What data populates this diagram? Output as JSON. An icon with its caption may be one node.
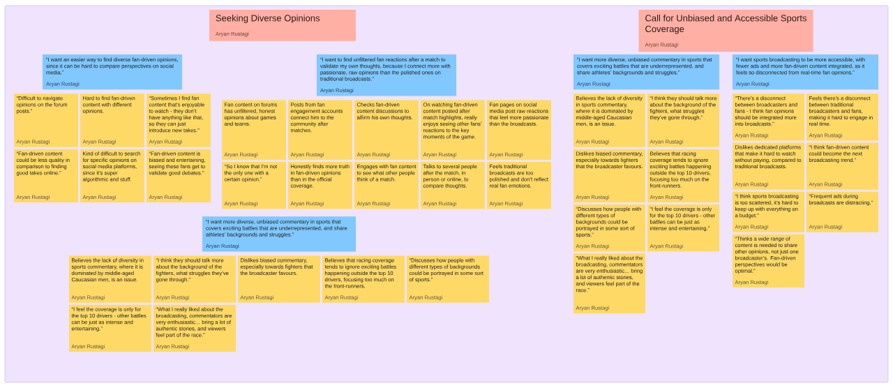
{
  "diagram": {
    "nodes": [
      {
        "text": [
          "Seeking Diverse Opinions",
          "Aryan Rustagi"
        ]
      },
      {
        "text": [
          "Call for Unbiased and Accessible Sports Coverage",
          "Aryan Rustagi"
        ]
      },
      {
        "text": [
          "“I want an easier way to find diverse fan-driven opinions, since it can be hard to compare perspectives on social media.”",
          "Aryan Rustagi"
        ]
      },
      {
        "text": [
          "“Difficult to navigate opinions on the forum posts.”",
          "Aryan Rustagi"
        ]
      },
      {
        "text": [
          "Hard to find fan-driven content with different opinions.",
          "Aryan Rustagi"
        ]
      },
      {
        "text": [
          "“Sometimes I find fan content that’s enjoyable to watch - they don’t have anything like that, so they can just introduce new takes.”",
          "Aryan Rustagi"
        ]
      },
      {
        "text": [
          "“Fan-driven content could be less quality in comparison to finding good takes online.”",
          "Aryan Rustagi"
        ]
      },
      {
        "text": [
          "Kind of difficult to search for specific opinions on social media platforms, since it’s super algorithmic and stuff.",
          "Aryan Rustagi"
        ]
      },
      {
        "text": [
          "“Fan-driven content is biased and entertaining, seeing these fans get to validate good debates.”",
          "Aryan Rustagi"
        ]
      },
      {
        "text": [
          "“I want to find unfiltered fan reactions after a match to validate my own thoughts, because I connect more with passionate, raw opinions than the polished ones on traditional broadcasts.”",
          "Aryan Rustagi"
        ]
      },
      {
        "text": [
          "Fan content on forums has unfiltered, honest opinions about games and teams.",
          "Aryan Rustagi"
        ]
      },
      {
        "text": [
          "Posts from fan engagement accounts connect him to the community after matches.",
          "Aryan Rustagi"
        ]
      },
      {
        "text": [
          "Checks fan-driven content discussions to affirm his own thoughts.",
          "Aryan Rustagi"
        ]
      },
      {
        "text": [
          "On watching fan-driven content posted after match highlights, really enjoys seeing other fans’ reactions to the key moments of the game.",
          "Aryan Rustagi"
        ]
      },
      {
        "text": [
          "Fan pages on social media post raw reactions that feel more passionate than the broadcasts.",
          "Aryan Rustagi"
        ]
      },
      {
        "text": [
          "“So I know that I’m not the only one with a certain opinion.”",
          "Aryan Rustagi"
        ]
      },
      {
        "text": [
          "Honestly finds more truth in fan-driven opinions than in the official coverage.",
          "Aryan Rustagi"
        ]
      },
      {
        "text": [
          "Engages with fan content to see what other people think of a match.",
          "Aryan Rustagi"
        ]
      },
      {
        "text": [
          "Talks to several people after the match, in person or online, to compare thoughts.",
          "Aryan Rustagi"
        ]
      },
      {
        "text": [
          "Feels traditional broadcasts are too polished and don’t reflect real fan emotions.",
          "Aryan Rustagi"
        ]
      },
      {
        "text": [
          "“I want more diverse, unbiased commentary in sports that covers exciting battles that are underrepresented, and share athletes’ backgrounds and struggles.”",
          "Aryan Rustagi"
        ]
      },
      {
        "text": [
          "Believes the lack of diversity in sports commentary, where it is dominated by middle-aged Caucasian men, is an issue.",
          "Aryan Rustagi"
        ]
      },
      {
        "text": [
          "“I think they should talk more about the background of the fighters, what struggles they’ve gone through.”",
          "Aryan Rustagi"
        ]
      },
      {
        "text": [
          "Dislikes biased commentary, especially towards fighters that the broadcaster favours.",
          "Aryan Rustagi"
        ]
      },
      {
        "text": [
          "Believes that racing coverage tends to ignore exciting battles happening outside the top 10 drivers, focusing too much on the front-runners.",
          "Aryan Rustagi"
        ]
      },
      {
        "text": [
          "“Discusses how people with different types of backgrounds could be portrayed in some sort of sports.”",
          "Aryan Rustagi"
        ]
      },
      {
        "text": [
          "“I feel the coverage is only for the top 10 drivers - other battles can be just as intense and entertaining.”",
          "Aryan Rustagi"
        ]
      },
      {
        "text": [
          "“What I really liked about the broadcasting, commentators are very enthusiastic... bring a lot of authentic stories, and viewers feel part of the race.”",
          "Aryan Rustagi"
        ]
      },
      {
        "text": [
          "“I want more diverse, unbiased commentary in sports that covers exciting battles that are underrepresented, and share athletes’ backgrounds and struggles.”",
          "Aryan Rustagi"
        ]
      },
      {
        "text": [
          "Believes the lack of diversity in sports commentary, where it is dominated by middle-aged Caucasian men, is an issue.",
          "Aryan Rustagi"
        ]
      },
      {
        "text": [
          "“I think they should talk more about the background of the fighters, what struggles they’ve gone through.”",
          "Aryan Rustagi"
        ]
      },
      {
        "text": [
          "Dislikes biased commentary, especially towards fighters that the broadcaster favours.",
          "Aryan Rustagi"
        ]
      },
      {
        "text": [
          "Believes that racing coverage tends to ignore exciting battles happening outside the top 10 drivers, focusing too much on the front-runners.",
          "Aryan Rustagi"
        ]
      },
      {
        "text": [
          "“Discusses how people with different types of backgrounds could be portrayed in some sort of sports.”",
          "Aryan Rustagi"
        ]
      },
      {
        "text": [
          "“I feel the coverage is only for the top 10 drivers - other battles can be just as intense and entertaining.”",
          "Aryan Rustagi"
        ]
      },
      {
        "text": [
          "“What I really liked about the broadcasting, commentators are very enthusiastic... bring a lot of authentic stories, and viewers feel part of the race.”",
          "Aryan Rustagi"
        ]
      },
      {
        "text": [
          "“I want sports broadcasting to be more accessible, with fewer ads and more fan-driven content integrated, as it feels so disconnected from real-time fan opinions.”",
          "Aryan Rustagi"
        ]
      },
      {
        "text": [
          "“There’s a disconnect between broadcasters and fans - I think fan opinions should be integrated more into broadcasts.”",
          "Aryan Rustagi"
        ]
      },
      {
        "text": [
          "Feels there’s a disconnect between traditional broadcasters and fans, making it hard to engage in real time.",
          "Aryan Rustagi"
        ]
      },
      {
        "text": [
          "Dislikes dedicated platforms that make it hard to watch without paying, compared to traditional broadcasts.",
          "Aryan Rustagi"
        ]
      },
      {
        "text": [
          "“I think fan-driven content could become the next broadcasting trend.”",
          "Aryan Rustagi"
        ]
      },
      {
        "text": [
          "“I think sports broadcasting is too scattered, it’s hard to keep up with everything on a budget.”",
          "Aryan Rustagi"
        ]
      },
      {
        "text": [
          "“Frequent ads during broadcasts are distracting.”",
          "Aryan Rustagi"
        ]
      },
      {
        "text": [
          "“Thinks a wide range of content is needed to share other opinions, not just one broadcaster’s. Fan-driven perspectives would be optimal.”",
          "Aryan Rustagi"
        ]
      }
    ]
  }
}
